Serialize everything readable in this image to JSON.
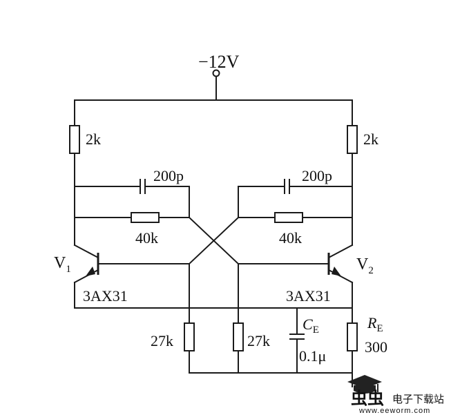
{
  "supply": {
    "label": "−12V"
  },
  "resistors": {
    "r_load_left": "2k",
    "r_load_right": "2k",
    "r_feedback_left": "40k",
    "r_feedback_right": "40k",
    "r_base_left": "27k",
    "r_base_right": "27k"
  },
  "capacitors": {
    "c_speedup_left": "200p",
    "c_speedup_right": "200p"
  },
  "emitter": {
    "cap_symbol": "C",
    "cap_sub": "E",
    "cap_value": "0.1μ",
    "res_symbol": "R",
    "res_sub": "E",
    "res_value": "300"
  },
  "transistors": {
    "left_name": "V",
    "left_sub": "1",
    "left_type": "3AX31",
    "right_name": "V",
    "right_sub": "2",
    "right_type": "3AX31"
  },
  "watermark": {
    "brand": "虫虫",
    "site_name": "电子下载站",
    "url": "www.eeworm.com"
  },
  "colors": {
    "wire": "#1a1a1a",
    "watermark_red": "#d42a1f"
  }
}
